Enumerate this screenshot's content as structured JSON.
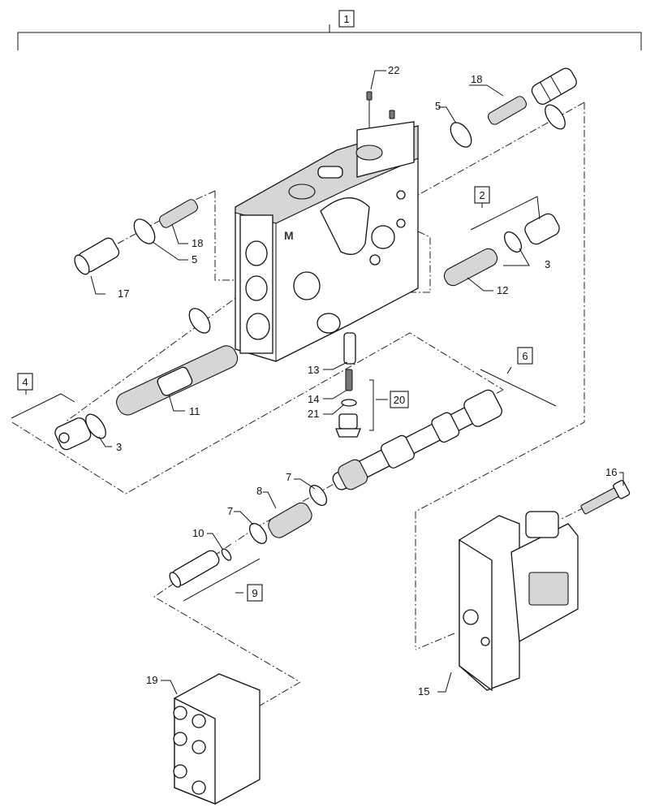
{
  "callouts": {
    "c1": "1",
    "c2": "2",
    "c3a": "3",
    "c3b": "3",
    "c4": "4",
    "c5a": "5",
    "c5b": "5",
    "c6": "6",
    "c7a": "7",
    "c7b": "7",
    "c8": "8",
    "c9": "9",
    "c10": "10",
    "c11": "11",
    "c12": "12",
    "c13": "13",
    "c14": "14",
    "c15": "15",
    "c16": "16",
    "c17": "17",
    "c18a": "18",
    "c18b": "18",
    "c19": "19",
    "c20": "20",
    "c21": "21",
    "c22": "22"
  }
}
